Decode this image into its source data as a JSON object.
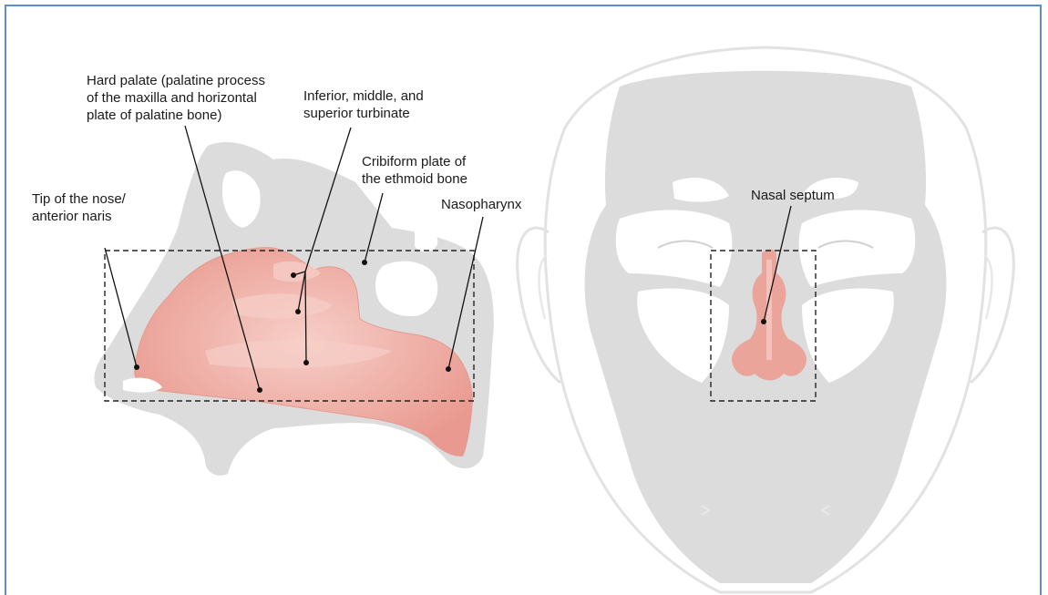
{
  "colors": {
    "frame": "#5b8fc9",
    "bone_gray": "#dcdcdc",
    "mucosa_pink": "#eba49a",
    "mucosa_highlight": "#f6cfc8",
    "line": "#111111"
  },
  "labels": {
    "hard_palate": [
      "Hard palate (palatine process",
      "of the maxilla and horizontal",
      "plate of palatine bone)"
    ],
    "turbinates": [
      "Inferior, middle, and",
      "superior turbinate"
    ],
    "cribiform": [
      "Cribiform plate of",
      "the ethmoid bone"
    ],
    "tip_nose": [
      "Tip of the nose/",
      "anterior naris"
    ],
    "nasopharynx": [
      "Nasopharynx"
    ],
    "septum": [
      "Nasal septum"
    ]
  }
}
